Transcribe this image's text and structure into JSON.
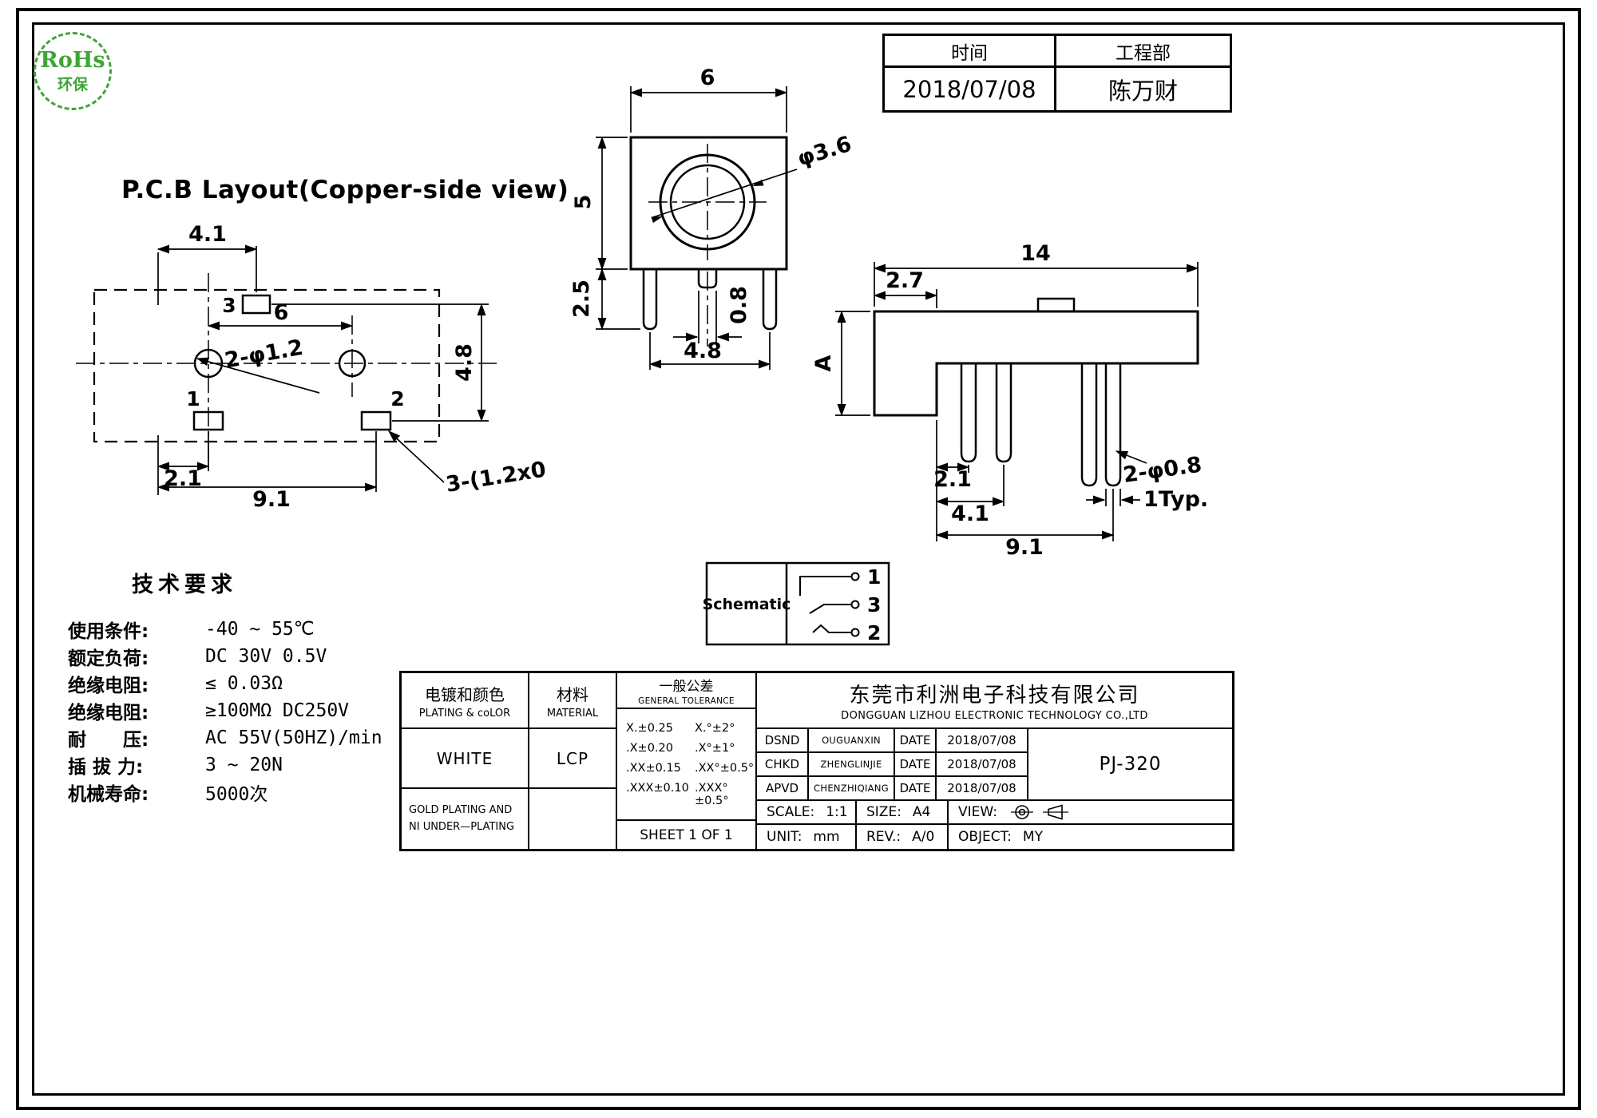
{
  "colors": {
    "line": "#000000",
    "logo_green": "#3fa535",
    "background": "#ffffff"
  },
  "rohs_logo": {
    "line1": "RoHs",
    "line2": "环保"
  },
  "header_table": {
    "time_label": "时间",
    "dept_label": "工程部",
    "time_value": "2018/07/08",
    "dept_value": "陈万财"
  },
  "pcb_layout": {
    "title": "P.C.B Layout(Copper-side  view)",
    "dim_4_1": "4.1",
    "dim_6": "6",
    "hole_callout": "2-φ1.2",
    "dim_4_8": "4.8",
    "dim_2_1": "2.1",
    "dim_9_1": "9.1",
    "pad_callout": "3-(1.2x0",
    "pin1": "1",
    "pin2": "2",
    "pin3": "3"
  },
  "front_view": {
    "dim_width": "6",
    "dim_height": "5",
    "dim_leg": "2.5",
    "dim_barrel": "φ3.6",
    "dim_pin": "0.8",
    "dim_pitch": "4.8"
  },
  "side_view": {
    "dim_total": "14",
    "dim_offset": "2.7",
    "dim_height": "A",
    "dim_2_1": "2.1",
    "dim_4_1": "4.1",
    "dim_9_1": "9.1",
    "pin_callout": "2-φ0.8",
    "typ_callout": "1Typ."
  },
  "schematic": {
    "label": "Schematic",
    "pin1": "1",
    "pin3": "3",
    "pin2": "2"
  },
  "tech_requirements": {
    "title": "技术要求",
    "items": [
      {
        "label": "使用条件:",
        "value": "-40 ~ 55℃"
      },
      {
        "label": "额定负荷:",
        "value": "DC 30V 0.5V"
      },
      {
        "label": "绝缘电阻:",
        "value": "≤ 0.03Ω"
      },
      {
        "label": "绝缘电阻:",
        "value": "≥100MΩ DC250V"
      },
      {
        "label": "耐　　压:",
        "value": "AC 55V(50HZ)/min"
      },
      {
        "label": "插 拔 力:",
        "value": "3 ~ 20N"
      },
      {
        "label": "机械寿命:",
        "value": "5000次"
      }
    ]
  },
  "title_block": {
    "plating_header_cn": "电镀和颜色",
    "plating_header_en": "PLATING & coLOR",
    "material_header_cn": "材料",
    "material_header_en": "MATERIAL",
    "tolerance_header_cn": "一般公差",
    "tolerance_header_en": "GENERAL TOLERANCE",
    "company_cn": "东莞市利洲电子科技有限公司",
    "company_en": "DONGGUAN LIZHOU ELECTRONIC TECHNOLOGY CO.,LTD",
    "plating_value": "WHITE",
    "material_value": "LCP",
    "plating_note_line1": "GOLD PLATING AND",
    "plating_note_line2": "NI UNDER—PLATING",
    "tolerances": [
      [
        "X.±0.25",
        "X.°±2°"
      ],
      [
        ".X±0.20",
        ".X°±1°"
      ],
      [
        ".XX±0.15",
        ".XX°±0.5°"
      ],
      [
        ".XXX±0.10",
        ".XXX°±0.5°"
      ]
    ],
    "sheet": "SHEET 1 OF 1",
    "approvals": [
      {
        "role": "DSND",
        "name": "OUGUANXIN",
        "date_label": "DATE",
        "date": "2018/07/08"
      },
      {
        "role": "CHKD",
        "name": "ZHENGLINJIE",
        "date_label": "DATE",
        "date": "2018/07/08"
      },
      {
        "role": "APVD",
        "name": "CHENZHIQIANG",
        "date_label": "DATE",
        "date": "2018/07/08"
      }
    ],
    "part_number": "PJ-320",
    "scale_label": "SCALE:",
    "scale_value": "1:1",
    "size_label": "SIZE:",
    "size_value": "A4",
    "view_label": "VIEW:",
    "view_icon": "first-angle-projection-icon",
    "unit_label": "UNIT:",
    "unit_value": "mm",
    "rev_label": "REV.:",
    "rev_value": "A/0",
    "object_label": "OBJECT:",
    "object_value": "MY"
  }
}
